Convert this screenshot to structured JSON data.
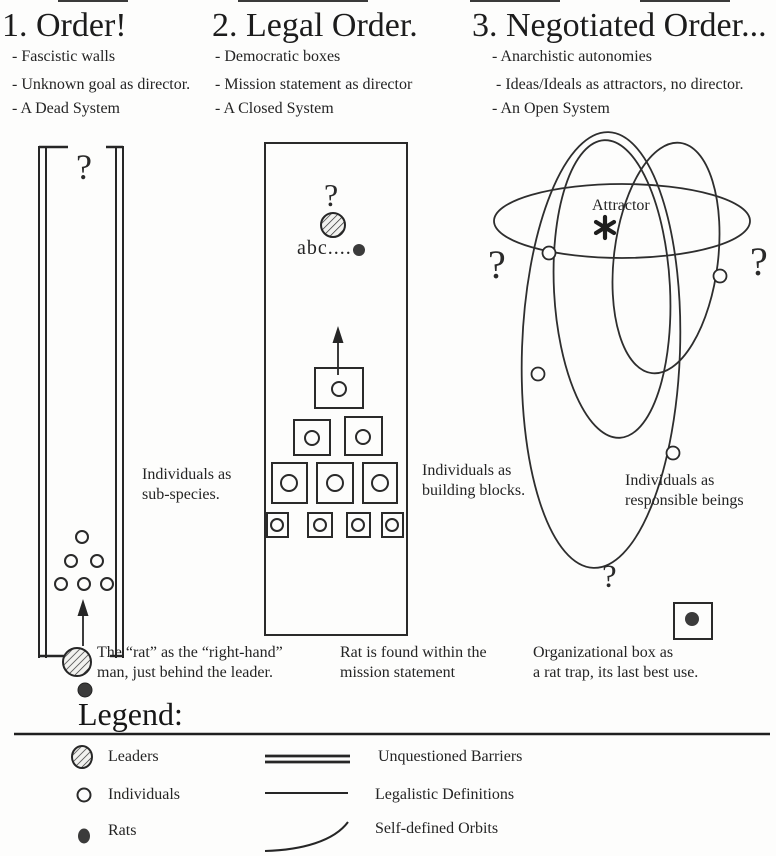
{
  "ink": "#262626",
  "columns": [
    {
      "title": "1. Order!",
      "bullets": [
        "- Fascistic walls",
        "- Unknown goal as director.",
        "- A Dead System"
      ],
      "question_top": "?",
      "note_line1": "Individuals as",
      "note_line2": "sub-species.",
      "caption_line1": "The “rat” as the “right-hand”",
      "caption_line2": "man, just behind the leader."
    },
    {
      "title": "2. Legal Order.",
      "bullets": [
        "- Democratic boxes",
        "- Mission statement as director",
        "- A Closed System"
      ],
      "question_top": "?",
      "abc_label": "abc....",
      "note_line1": "Individuals as",
      "note_line2": "building blocks.",
      "caption_line1": "Rat is found within the",
      "caption_line2": "mission statement"
    },
    {
      "title": "3. Negotiated Order...",
      "bullets": [
        "- Anarchistic autonomies",
        "- Ideas/Ideals as attractors, no director.",
        "- An Open System"
      ],
      "attractor_label": "Attractor",
      "question_left": "?",
      "question_right": "?",
      "question_bottom": "?",
      "note_line1": "Individuals as",
      "note_line2": "responsible beings",
      "caption_line1": "Organizational box as",
      "caption_line2": "a rat trap, its last best use."
    }
  ],
  "legend": {
    "title": "Legend:",
    "symbols": [
      {
        "icon": "leader-icon",
        "label": "Leaders"
      },
      {
        "icon": "individual-icon",
        "label": "Individuals"
      },
      {
        "icon": "rat-icon",
        "label": "Rats"
      }
    ],
    "lines": [
      {
        "icon": "double-line-icon",
        "label": "Unquestioned Barriers"
      },
      {
        "icon": "single-line-icon",
        "label": "Legalistic Definitions"
      },
      {
        "icon": "orbit-curve-icon",
        "label": "Self-defined Orbits"
      }
    ]
  }
}
